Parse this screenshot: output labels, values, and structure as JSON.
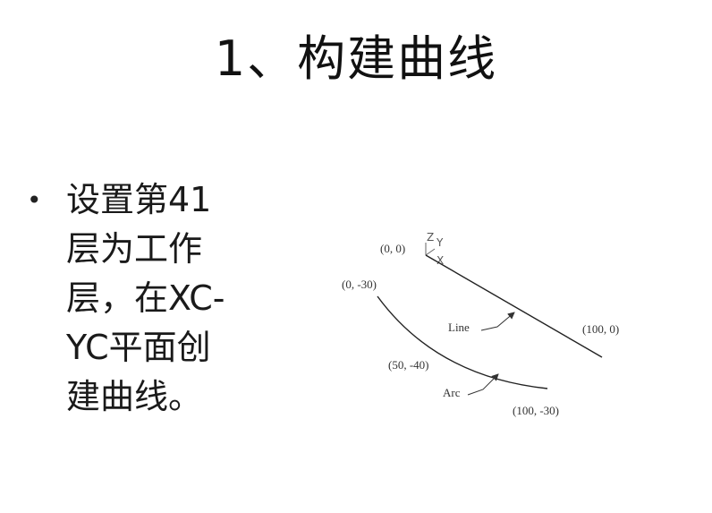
{
  "slide": {
    "title": "1、构建曲线",
    "bullet": {
      "lines": [
        "设置第41",
        "层为工作",
        "层，在XC-",
        "YC平面创",
        "建曲线。"
      ]
    }
  },
  "diagram": {
    "axis_labels": {
      "z": "Z",
      "y": "Y",
      "x": "X"
    },
    "points": {
      "p_0_0": "(0, 0)",
      "p_100_0": "(100, 0)",
      "p_0_m30": "(0, -30)",
      "p_50_m40": "(50, -40)",
      "p_100_m30": "(100, -30)"
    },
    "labels": {
      "line": "Line",
      "arc": "Arc"
    },
    "stroke_color": "#222222"
  }
}
